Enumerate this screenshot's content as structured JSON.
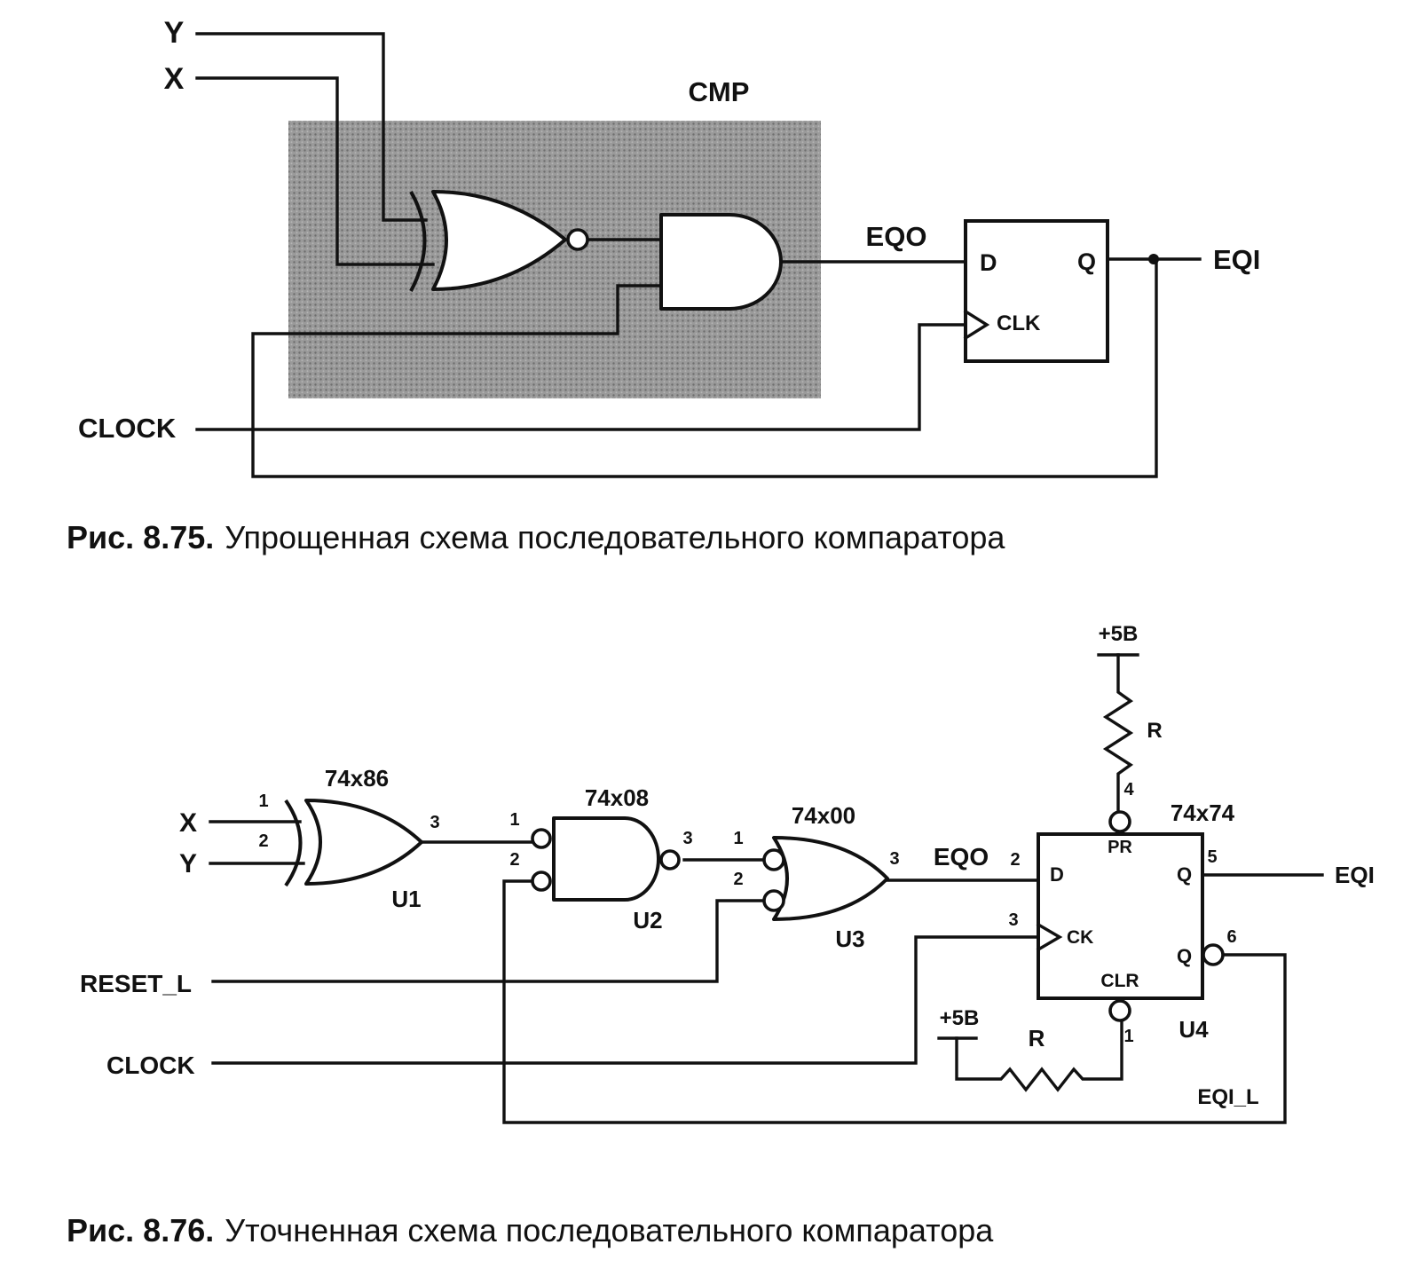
{
  "figure_1": {
    "caption_number": "Рис. 8.75.",
    "caption_text": "Упрощенная схема последовательного компаратора",
    "labels": {
      "y_input": "Y",
      "x_input": "X",
      "block": "CMP",
      "eq0_net": "EQO",
      "d_pin": "D",
      "q_pin": "Q",
      "clk_pin": "CLK",
      "eqi_output": "EQI",
      "clock_input": "CLOCK"
    }
  },
  "figure_2": {
    "caption_number": "Рис. 8.76.",
    "caption_text": "Уточненная схема последовательного компаратора",
    "labels": {
      "x_input": "X",
      "y_input": "Y",
      "reset_input": "RESET_L",
      "clock_input": "CLOCK",
      "u1_part": "74x86",
      "u2_part": "74x08",
      "u3_part": "74x00",
      "u4_part": "74x74",
      "u1": "U1",
      "u2": "U2",
      "u3": "U3",
      "u4": "U4",
      "u1_pin1": "1",
      "u1_pin2": "2",
      "u1_pin3": "3",
      "u2_pin1": "1",
      "u2_pin2": "2",
      "u2_pin3": "3",
      "u3_pin1": "1",
      "u3_pin2": "2",
      "u3_pin3": "3",
      "eq0_net": "EQO",
      "ff_pin_d_num": "2",
      "ff_pin_ck_num": "3",
      "ff_pin_pr_num": "4",
      "ff_pin_q_num": "5",
      "ff_pin_qn_num": "6",
      "ff_pin_clr_num": "1",
      "d_pin": "D",
      "ck_pin": "CK",
      "pr_pin": "PR",
      "clr_pin": "CLR",
      "q_pin": "Q",
      "qn_pin": "Q",
      "vcc_top": "+5В",
      "vcc_bottom": "+5В",
      "r_top": "R",
      "r_bottom": "R",
      "eqi_output": "EQI",
      "eqi_l_net": "EQI_L"
    }
  }
}
